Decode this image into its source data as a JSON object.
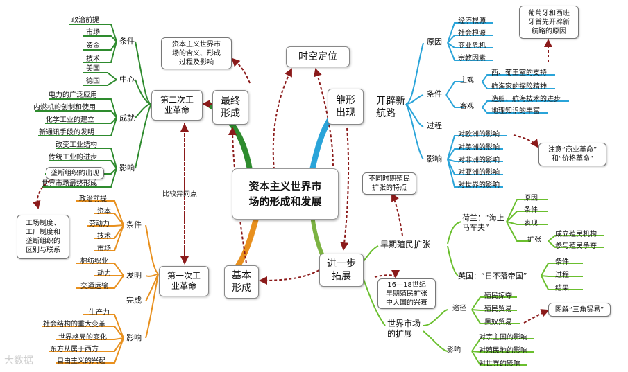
{
  "center": {
    "title": "资本主义世界市\n场的形成和发展"
  },
  "top": {
    "zuizhong": "最终\n形成",
    "shikong": "时空定位",
    "chuxian": "雏形\n出现",
    "note_hanyi": "资本主义世界市\n场的含义、形成\n过程及影响"
  },
  "left_top": {
    "root": "第二次工\n业革命",
    "groups": {
      "tiaojian": "条件",
      "zhongxin": "中心",
      "chengjiu": "成就",
      "yingxiang": "影响"
    },
    "tiaojian_items": [
      "政治前提",
      "市场",
      "资金",
      "技术"
    ],
    "zhongxin_items": [
      "美国",
      "德国"
    ],
    "chengjiu_items": [
      "电力的广泛应用",
      "内燃机的创制和使用",
      "化学工业的建立",
      "新通讯手段的发明"
    ],
    "yingxiang_items": [
      "改变工业结构",
      "传统工业的进步",
      "垄断组织的出现",
      "世界市场最终形成"
    ],
    "compare": "比较异同点",
    "note_zhidu": "工场制度、\n工厂制度和\n垄断组织的\n区别与联系"
  },
  "left_bottom": {
    "root": "第一次工\n业革命",
    "basic": "基本\n形成",
    "groups": {
      "tiaojian": "条件",
      "faming": "发明",
      "wancheng": "完成",
      "yingxiang": "影响"
    },
    "tiaojian_items": [
      "政治前提",
      "资本",
      "劳动力",
      "技术",
      "市场"
    ],
    "faming_items": [
      "棉纺织业",
      "动力",
      "交通运输"
    ],
    "yingxiang_items": [
      "生产力",
      "社会结构的重大变革",
      "世界格局的变化",
      "东方从属于西方",
      "自由主义的兴起"
    ]
  },
  "right_top": {
    "root": "开辟新\n航路",
    "groups": {
      "yuanyin": "原因",
      "tiaojian": "条件",
      "guocheng": "过程",
      "yingxiang": "影响"
    },
    "yuanyin_items": [
      "经济根源",
      "社会根源",
      "商业危机",
      "宗教因素"
    ],
    "zhuguan": "主观",
    "keguan": "客观",
    "zhuguan_items": [
      "西、葡王室的支持",
      "航海家的探险精神"
    ],
    "keguan_items": [
      "造船、航海技术的进步",
      "地理知识的丰富"
    ],
    "yingxiang_items": [
      "对欧洲的影响",
      "对美洲的影响",
      "对非洲的影响",
      "对亚洲的影响",
      "对世界的影响"
    ],
    "note_putao": "葡萄牙和西班\n牙首先开辟新\n航路的原因",
    "note_shangye": "注意“商业革命”\n和“价格革命”"
  },
  "right_bottom": {
    "jinyibu": "进一步\n拓展",
    "note_zhimin": "不同时期殖民\n扩张的特点",
    "note_xingshuai": "16—18世纪\n早期殖民扩张\n中大国的兴衰",
    "zaoqi": "早期殖民扩张",
    "helan": "荷兰：“海上\n马车夫”",
    "helan_items": [
      "原因",
      "条件",
      "表现"
    ],
    "kuozhang": "扩张",
    "kuozhang_items": [
      "成立殖民机构",
      "参与殖民争夺"
    ],
    "yingguo": "英国：“日不落帝国”",
    "yingguo_items": [
      "条件",
      "过程",
      "结果"
    ],
    "shijie": "世界市场\n的扩展",
    "tujing": "途径",
    "tujing_items": [
      "殖民掠夺",
      "殖民贸易",
      "黑奴贸易"
    ],
    "yingxiang": "影响",
    "yingxiang_items": [
      "对宗主国的影响",
      "对殖民地的影响",
      "对世界的影响"
    ],
    "note_sanjiao": "图解“三角贸易”"
  },
  "watermark": "大数据",
  "colors": {
    "green": "#2e8b2e",
    "orange": "#e8901e",
    "blue": "#2aa4d9",
    "red": "#8b1a1a"
  }
}
